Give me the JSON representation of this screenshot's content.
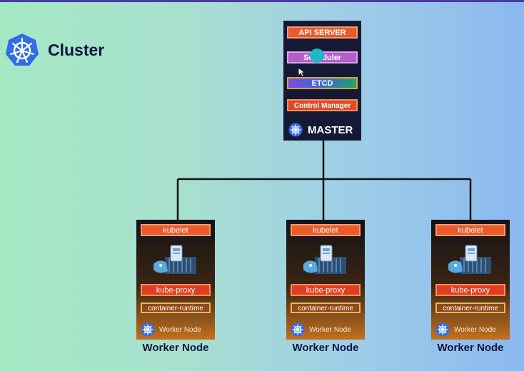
{
  "cluster": {
    "title": "Cluster",
    "logo_icon": "kubernetes-helm-icon"
  },
  "master": {
    "components": {
      "api_server": "API SERVER",
      "scheduler": "Scheduler",
      "etcd": "ETCD",
      "controller_manager": "Control Manager"
    },
    "label": "MASTER",
    "logo_icon": "kubernetes-helm-icon"
  },
  "workers": [
    {
      "kubelet": "kubelet",
      "kube_proxy": "kube-proxy",
      "runtime": "container-runtime",
      "inner_label": "Worker Node",
      "label": "Worker Node"
    },
    {
      "kubelet": "kubelet",
      "kube_proxy": "kube-proxy",
      "runtime": "container-runtime",
      "inner_label": "Worker Node",
      "label": "Worker Node"
    },
    {
      "kubelet": "kubelet",
      "kube_proxy": "kube-proxy",
      "runtime": "container-runtime",
      "inner_label": "Worker Node",
      "label": "Worker Node"
    }
  ],
  "colors": {
    "master_bg": "#141a36",
    "kube_blue": "#326ce5",
    "orange": "#ea5a2a",
    "cursor_highlight": "#1fb8c6"
  }
}
